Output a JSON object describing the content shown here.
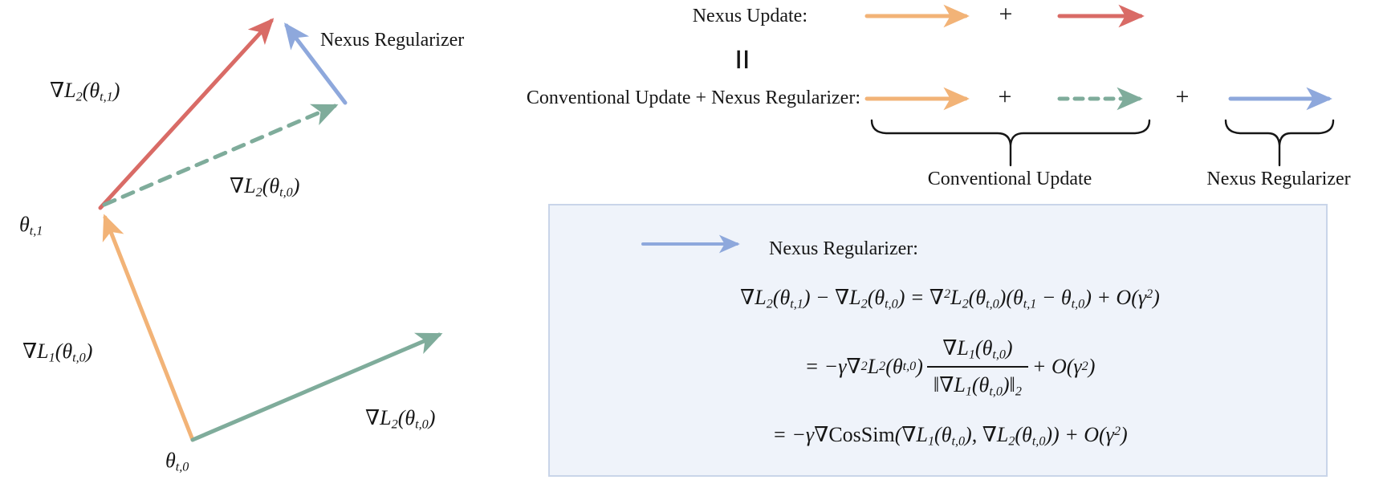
{
  "colors": {
    "orange": "#F2B377",
    "red": "#D96B66",
    "green": "#7FAC9B",
    "blue": "#8EA8DC",
    "ink": "#161616",
    "box-bg": "#EFF3FA",
    "box-border": "#C9D5E9"
  },
  "left_diagram": {
    "labels": {
      "nexus_regularizer": "Nexus Regularizer",
      "grad_l2_theta_t1": [
        {
          "k": "t",
          "v": "∇L"
        },
        {
          "k": "sub",
          "v": "2"
        },
        {
          "k": "t",
          "v": "(θ"
        },
        {
          "k": "sub",
          "v": "t,1"
        },
        {
          "k": "t",
          "v": ")"
        }
      ],
      "grad_l2_theta_t0_upper": [
        {
          "k": "t",
          "v": "∇L"
        },
        {
          "k": "sub",
          "v": "2"
        },
        {
          "k": "t",
          "v": "(θ"
        },
        {
          "k": "sub",
          "v": "t,0"
        },
        {
          "k": "t",
          "v": ")"
        }
      ],
      "grad_l1_theta_t0": [
        {
          "k": "t",
          "v": "∇L"
        },
        {
          "k": "sub",
          "v": "1"
        },
        {
          "k": "t",
          "v": "(θ"
        },
        {
          "k": "sub",
          "v": "t,0"
        },
        {
          "k": "t",
          "v": ")"
        }
      ],
      "grad_l2_theta_t0_lower": [
        {
          "k": "t",
          "v": "∇L"
        },
        {
          "k": "sub",
          "v": "2"
        },
        {
          "k": "t",
          "v": "(θ"
        },
        {
          "k": "sub",
          "v": "t,0"
        },
        {
          "k": "t",
          "v": ")"
        }
      ],
      "theta_t1": [
        {
          "k": "t",
          "v": "θ"
        },
        {
          "k": "sub",
          "v": "t,1"
        }
      ],
      "theta_t0": [
        {
          "k": "t",
          "v": "θ"
        },
        {
          "k": "sub",
          "v": "t,0"
        }
      ]
    },
    "arrows": [
      {
        "name": "grad_l1_theta_t0",
        "color": "orange",
        "style": "solid"
      },
      {
        "name": "grad_l2_theta_t1",
        "color": "red",
        "style": "solid"
      },
      {
        "name": "grad_l2_theta_t0_shifted",
        "color": "green",
        "style": "dashed"
      },
      {
        "name": "nexus_regularizer",
        "color": "blue",
        "style": "solid"
      },
      {
        "name": "grad_l2_theta_t0",
        "color": "green",
        "style": "solid"
      }
    ]
  },
  "legend": {
    "nexus_update_label": "Nexus Update:",
    "equals": "=",
    "plus": "+",
    "conventional_row_label": "Conventional Update + Nexus Regularizer:",
    "brace_label_conventional": "Conventional Update",
    "brace_label_nexus": "Nexus Regularizer",
    "row1_arrows": [
      "orange",
      "red"
    ],
    "row2_arrows": [
      "orange",
      "green-dashed",
      "blue"
    ]
  },
  "equation_box": {
    "title": "Nexus Regularizer:",
    "line1": [
      {
        "k": "t",
        "v": "∇L"
      },
      {
        "k": "sub",
        "v": "2"
      },
      {
        "k": "t",
        "v": "(θ"
      },
      {
        "k": "sub",
        "v": "t,1"
      },
      {
        "k": "t",
        "v": ") − ∇L"
      },
      {
        "k": "sub",
        "v": "2"
      },
      {
        "k": "t",
        "v": "(θ"
      },
      {
        "k": "sub",
        "v": "t,0"
      },
      {
        "k": "t",
        "v": ") = ∇"
      },
      {
        "k": "sup",
        "v": "2"
      },
      {
        "k": "t",
        "v": "L"
      },
      {
        "k": "sub",
        "v": "2"
      },
      {
        "k": "t",
        "v": "(θ"
      },
      {
        "k": "sub",
        "v": "t,0"
      },
      {
        "k": "t",
        "v": ")(θ"
      },
      {
        "k": "sub",
        "v": "t,1"
      },
      {
        "k": "t",
        "v": " − θ"
      },
      {
        "k": "sub",
        "v": "t,0"
      },
      {
        "k": "t",
        "v": ") + O(γ"
      },
      {
        "k": "sup",
        "v": "2"
      },
      {
        "k": "t",
        "v": ")"
      }
    ],
    "line2": [
      {
        "k": "t",
        "v": "= −γ∇"
      },
      {
        "k": "sup",
        "v": "2"
      },
      {
        "k": "t",
        "v": "L"
      },
      {
        "k": "sub",
        "v": "2"
      },
      {
        "k": "t",
        "v": "(θ"
      },
      {
        "k": "sub",
        "v": "t,0"
      },
      {
        "k": "t",
        "v": ")"
      },
      {
        "k": "frac",
        "num": [
          {
            "k": "t",
            "v": "∇L"
          },
          {
            "k": "sub",
            "v": "1"
          },
          {
            "k": "t",
            "v": "(θ"
          },
          {
            "k": "sub",
            "v": "t,0"
          },
          {
            "k": "t",
            "v": ")"
          }
        ],
        "den": [
          {
            "k": "t",
            "v": "‖∇L"
          },
          {
            "k": "sub",
            "v": "1"
          },
          {
            "k": "t",
            "v": "(θ"
          },
          {
            "k": "sub",
            "v": "t,0"
          },
          {
            "k": "t",
            "v": ")‖"
          },
          {
            "k": "sub",
            "v": "2"
          }
        ]
      },
      {
        "k": "t",
        "v": " + O(γ"
      },
      {
        "k": "sup",
        "v": "2"
      },
      {
        "k": "t",
        "v": ")"
      }
    ],
    "line3": [
      {
        "k": "t",
        "v": "= −γ∇"
      },
      {
        "k": "rm",
        "v": "CosSim"
      },
      {
        "k": "t",
        "v": "(∇L"
      },
      {
        "k": "sub",
        "v": "1"
      },
      {
        "k": "t",
        "v": "(θ"
      },
      {
        "k": "sub",
        "v": "t,0"
      },
      {
        "k": "t",
        "v": "), ∇L"
      },
      {
        "k": "sub",
        "v": "2"
      },
      {
        "k": "t",
        "v": "(θ"
      },
      {
        "k": "sub",
        "v": "t,0"
      },
      {
        "k": "t",
        "v": ")) + O(γ"
      },
      {
        "k": "sup",
        "v": "2"
      },
      {
        "k": "t",
        "v": ")"
      }
    ]
  }
}
